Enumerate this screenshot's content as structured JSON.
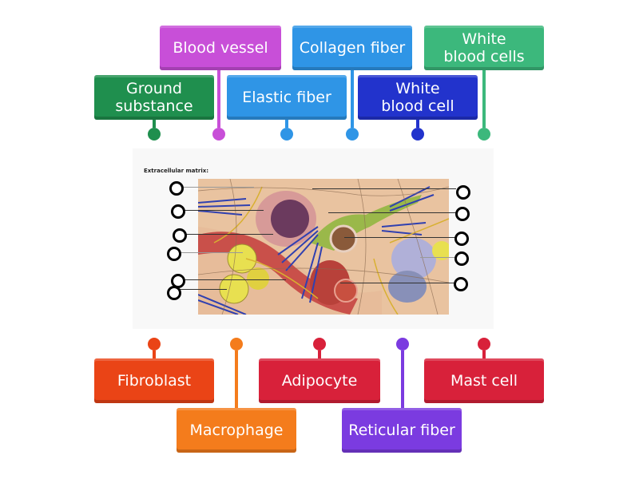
{
  "diagram": {
    "title": "Extracellular matrix:"
  },
  "labels": [
    {
      "id": "ground-substance",
      "text": "Ground\nsubstance",
      "line1": "Ground",
      "line2": "substance",
      "color": "#1f8f4e"
    },
    {
      "id": "blood-vessel",
      "text": "Blood vessel",
      "color": "#c84fd8"
    },
    {
      "id": "elastic-fiber",
      "text": "Elastic fiber",
      "color": "#2f95e6"
    },
    {
      "id": "collagen-fiber",
      "text": "Collagen fiber",
      "color": "#2f95e6"
    },
    {
      "id": "white-blood-cell",
      "text": "White blood cell",
      "line1": "White",
      "line2": "blood cell",
      "color": "#2233cc"
    },
    {
      "id": "white-blood-cells",
      "text": "White blood cells",
      "line1": "White",
      "line2": "blood cells",
      "color": "#3cb87c"
    },
    {
      "id": "fibroblast",
      "text": "Fibroblast",
      "color": "#ea4416"
    },
    {
      "id": "macrophage",
      "text": "Macrophage",
      "color": "#f47c1c"
    },
    {
      "id": "adipocyte",
      "text": "Adipocyte",
      "color": "#d8213a"
    },
    {
      "id": "reticular-fiber",
      "text": "Reticular fiber",
      "color": "#7b3be0"
    },
    {
      "id": "mast-cell",
      "text": "Mast cell",
      "color": "#d8213a"
    }
  ]
}
